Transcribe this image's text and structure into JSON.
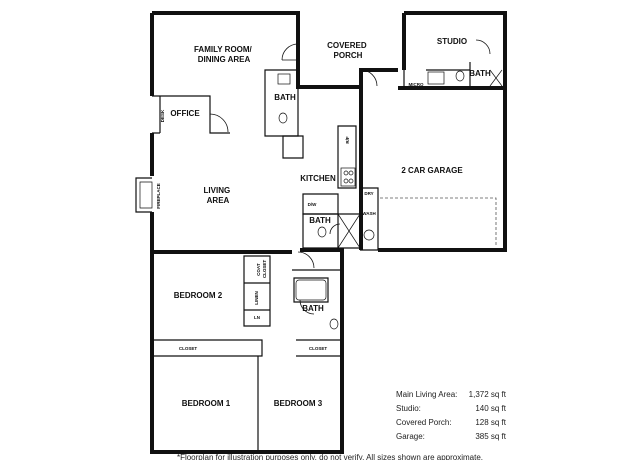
{
  "rooms": {
    "family_room": [
      "FAMILY ROOM/",
      "DINING AREA"
    ],
    "covered_porch": [
      "COVERED",
      "PORCH"
    ],
    "studio": "STUDIO",
    "office": "OFFICE",
    "desk": "DESK",
    "bath_main": "BATH",
    "bath_studio": "BATH",
    "bath_utility": "BATH",
    "bath_hall": "BATH",
    "living_area": [
      "LIVING",
      "AREA"
    ],
    "fireplace": "FIREPLACE",
    "kitchen": "KITCHEN",
    "garage": "2 CAR GARAGE",
    "dry": "DRY",
    "wash": "WASH",
    "micro": "MICRO",
    "dw": "D/W",
    "refrigerator": "R/F",
    "bedroom_2": "BEDROOM 2",
    "bedroom_1": "BEDROOM 1",
    "bedroom_3": "BEDROOM 3",
    "closet_1": "CLOSET",
    "closet_3": "CLOSET",
    "coat_closet": [
      "COAT",
      "CLOSET"
    ],
    "linen": "LINEN",
    "ln": "LN"
  },
  "areas": [
    {
      "label": "Main Living Area:",
      "value": "1,372 sq ft"
    },
    {
      "label": "Studio:",
      "value": "140 sq ft"
    },
    {
      "label": "Covered Porch:",
      "value": "128 sq ft"
    },
    {
      "label": "Garage:",
      "value": "385 sq ft"
    }
  ],
  "disclaimer": "*Floorplan for illustration purposes only, do not verify. All sizes shown are approximate."
}
